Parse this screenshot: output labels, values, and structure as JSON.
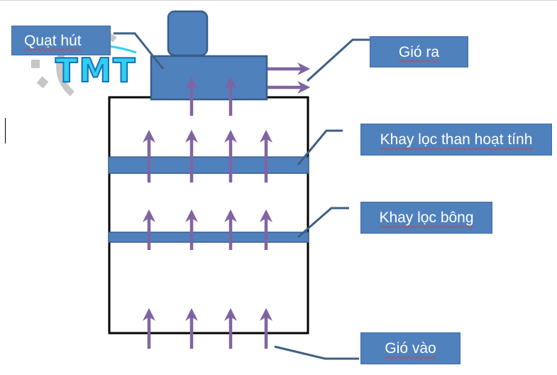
{
  "labels": {
    "fan": "Quạt hút",
    "air_out": "Gió ra",
    "carbon_tray": "Khay lọc than hoạt tính",
    "cotton_tray": "Khay lọc bông",
    "air_in": "Gió vào"
  },
  "logo": {
    "text": "TMT"
  },
  "colors": {
    "label_fill": "#4f81bd",
    "tray_fill": "#4f81bd",
    "arrow": "#8064a2",
    "leader": "#3f5f84",
    "frame": "#000000"
  },
  "icons": [
    "up-arrow-icon",
    "right-arrow-icon",
    "gear-icon"
  ]
}
